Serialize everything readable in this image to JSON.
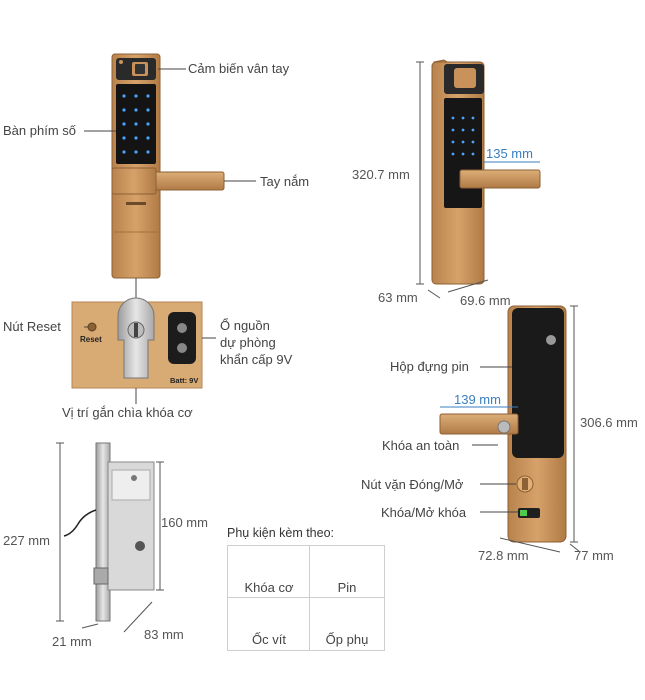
{
  "labels": {
    "fingerprint_sensor": "Cảm biến vân tay",
    "keypad": "Bàn phím số",
    "handle": "Tay nắm",
    "reset_button": "Nút Reset",
    "reset_text": "Reset",
    "emergency_power": [
      "Ổ nguồn",
      "dự phòng",
      "khẩn cấp 9V"
    ],
    "batt_text": "Batt: 9V",
    "mech_key_position": "Vị trí gắn chìa khóa cơ",
    "battery_box": "Hộp đựng pin",
    "safety_lock": "Khóa an toàn",
    "open_close_knob": "Nút vặn Đóng/Mở",
    "lock_unlock": "Khóa/Mở khóa"
  },
  "dimensions": {
    "front_height": "320.7 mm",
    "handle_length_front": "135 mm",
    "front_depth": "63 mm",
    "front_width": "69.6 mm",
    "back_height": "306.6 mm",
    "handle_length_back": "139 mm",
    "back_width": "72.8 mm",
    "back_depth": "77 mm",
    "mortise_height": "227 mm",
    "mortise_body_height": "160 mm",
    "mortise_width": "21 mm",
    "mortise_depth": "83 mm"
  },
  "accessories": {
    "title": "Phụ kiện kèm theo:",
    "items": [
      "Khóa cơ",
      "Pin",
      "Ốc vít",
      "Ốp phụ"
    ]
  },
  "colors": {
    "gold": "#c8925a",
    "gold_dark": "#a8733f",
    "panel": "#1a1a1a",
    "keypad_blue": "#4aa3ff",
    "dim_blue": "#3a7fc0"
  }
}
